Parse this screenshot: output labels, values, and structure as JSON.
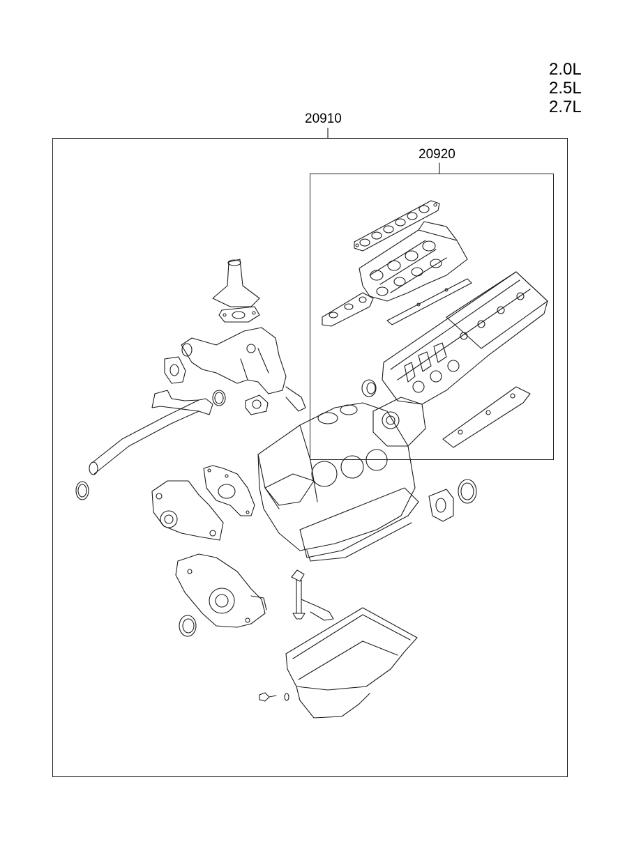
{
  "engine_specs": [
    "2.0L",
    "2.5L",
    "2.7L"
  ],
  "assemblies": {
    "outer_kit": {
      "part_number": "20910"
    },
    "inner_kit": {
      "part_number": "20920"
    }
  }
}
